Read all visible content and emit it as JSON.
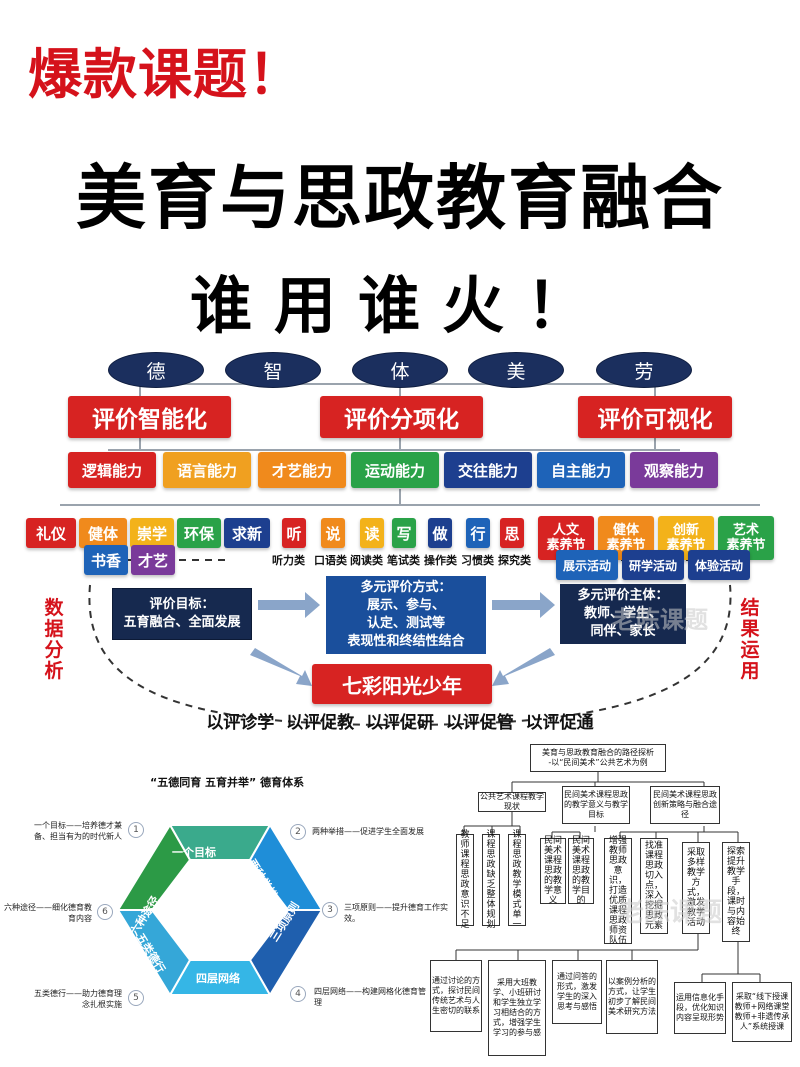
{
  "header": {
    "headline": "爆款课题！",
    "title": "美育与思政教育融合",
    "subtitle": "谁用谁火！"
  },
  "top_diagram": {
    "virtues": [
      "德",
      "智",
      "体",
      "美",
      "劳"
    ],
    "evaluations": [
      "评价智能化",
      "评价分项化",
      "评价可视化"
    ],
    "abilities": [
      {
        "label": "逻辑能力",
        "color": "#d72322"
      },
      {
        "label": "语言能力",
        "color": "#f0a020"
      },
      {
        "label": "才艺能力",
        "color": "#f08a1c"
      },
      {
        "label": "运动能力",
        "color": "#2aa248"
      },
      {
        "label": "交往能力",
        "color": "#1d3f8f"
      },
      {
        "label": "自主能力",
        "color": "#1e63b8"
      },
      {
        "label": "观察能力",
        "color": "#7a3a9a"
      }
    ],
    "virtue_chips": [
      {
        "label": "礼仪",
        "color": "#d72322"
      },
      {
        "label": "健体",
        "color": "#f08a1c"
      },
      {
        "label": "崇学",
        "color": "#f3b21a"
      },
      {
        "label": "环保",
        "color": "#2aa248"
      },
      {
        "label": "求新",
        "color": "#1d3f8f"
      }
    ],
    "virtue_chips_2": [
      {
        "label": "书香",
        "color": "#1e63b8"
      },
      {
        "label": "才艺",
        "color": "#7a3a9a"
      }
    ],
    "skill_chips": [
      {
        "label": "听",
        "color": "#d72322"
      },
      {
        "label": "说",
        "color": "#f08a1c"
      },
      {
        "label": "读",
        "color": "#f3b21a"
      },
      {
        "label": "写",
        "color": "#2aa248"
      },
      {
        "label": "做",
        "color": "#1d3f8f"
      },
      {
        "label": "行",
        "color": "#1e63b8"
      },
      {
        "label": "思",
        "color": "#d72322"
      }
    ],
    "skill_types": [
      "听力类",
      "口语类",
      "阅读类",
      "笔试类",
      "操作类",
      "习惯类",
      "探究类"
    ],
    "festival_chips": [
      {
        "line1": "人文",
        "line2": "素养节",
        "color": "#d72322"
      },
      {
        "line1": "健体",
        "line2": "素养节",
        "color": "#f08a1c"
      },
      {
        "line1": "创新",
        "line2": "素养节",
        "color": "#f3b21a"
      },
      {
        "line1": "艺术",
        "line2": "素养节",
        "color": "#2aa248"
      }
    ],
    "activities": [
      {
        "label": "展示活动",
        "color": "#1e63b8"
      },
      {
        "label": "研学活动",
        "color": "#1d3f8f"
      },
      {
        "label": "体验活动",
        "color": "#1d3f8f"
      }
    ],
    "goal_box": {
      "line1": "评价目标：",
      "line2": "五育融合、全面发展"
    },
    "methods_box": {
      "line1": "多元评价方式：",
      "line2": "展示、参与、",
      "line3": "认定、测试等",
      "line4": "表现性和终结性结合"
    },
    "subjects_box": {
      "line1": "多元评价主体：",
      "line2": "教师、学生、",
      "line3": "同伴、家长"
    },
    "center_box": "七彩阳光少年",
    "side_left": "数据分析",
    "side_right": "结果运用",
    "slogan": "以评诊学  以评促教  以评促研  以评促管  以评促通",
    "watermark": "老陈课题"
  },
  "cycle_diagram": {
    "title": "“五德同育 五育并举” 德育体系",
    "segments": [
      "一个目标",
      "两种举措",
      "三项原则",
      "四层网络",
      "五类德行",
      "六种途径"
    ],
    "notes": [
      {
        "num": "1",
        "line1": "一个目标——培养德才兼",
        "line2": "备、担当有为的时代新人"
      },
      {
        "num": "2",
        "line1": "两种举措——促进学生全面发展",
        "line2": ""
      },
      {
        "num": "3",
        "line1": "三项原则——提升德育工作实",
        "line2": "效。"
      },
      {
        "num": "4",
        "line1": "四层网络——构建网格化德育管",
        "line2": "理"
      },
      {
        "num": "5",
        "line1": "五类德行——助力德育理",
        "line2": "念扎根实施"
      },
      {
        "num": "6",
        "line1": "六种途径——细化德育教",
        "line2": "育内容"
      }
    ],
    "colors": {
      "teal": "#3aaa8c",
      "blue": "#1f8ed8",
      "darkblue": "#1f5fae",
      "cyan": "#35b6e6",
      "green": "#2c9a46"
    }
  },
  "tree_diagram": {
    "root": {
      "line1": "美育与思政教育融合的路径探析",
      "line2": "-以“民间美术”公共艺术为例"
    },
    "level1": [
      {
        "text": "公共艺术课程教学现状"
      },
      {
        "text": "民间美术课程思政的教学意义与教学目标"
      },
      {
        "text": "民间美术课程思政创新策略与融合途径"
      }
    ],
    "level2_a": [
      "教师课程思政意识不足",
      "课程思政缺乏整体规划",
      "课程思政教学模式单一"
    ],
    "level2_b": [
      "民间美术课程思政的教学意义",
      "民间美术课程思政的教学目的"
    ],
    "level2_c": [
      "增强教师思政意识，打造优质课程思政师资队伍",
      "找准课程思政切入点，深入挖掘思政元素",
      "采取多样教学方式，激发教学活动",
      "探索提升教学手段，课时与内容始终"
    ],
    "level3": [
      "通过讨论的方式，探讨民间传统艺术与人生密切的联系",
      "采用大班教学、小班研讨和学生独立学习相结合的方式，增强学生学习的参与感",
      "通过问答的形式，激发学生的深入思考与感悟",
      "以案例分析的方式，让学生初步了解民间美术研究方法",
      "运用信息化手段，优化知识内容呈现形势",
      "采取“线下授课教师+网络课堂教师+非遗传承人”系统授课"
    ]
  }
}
